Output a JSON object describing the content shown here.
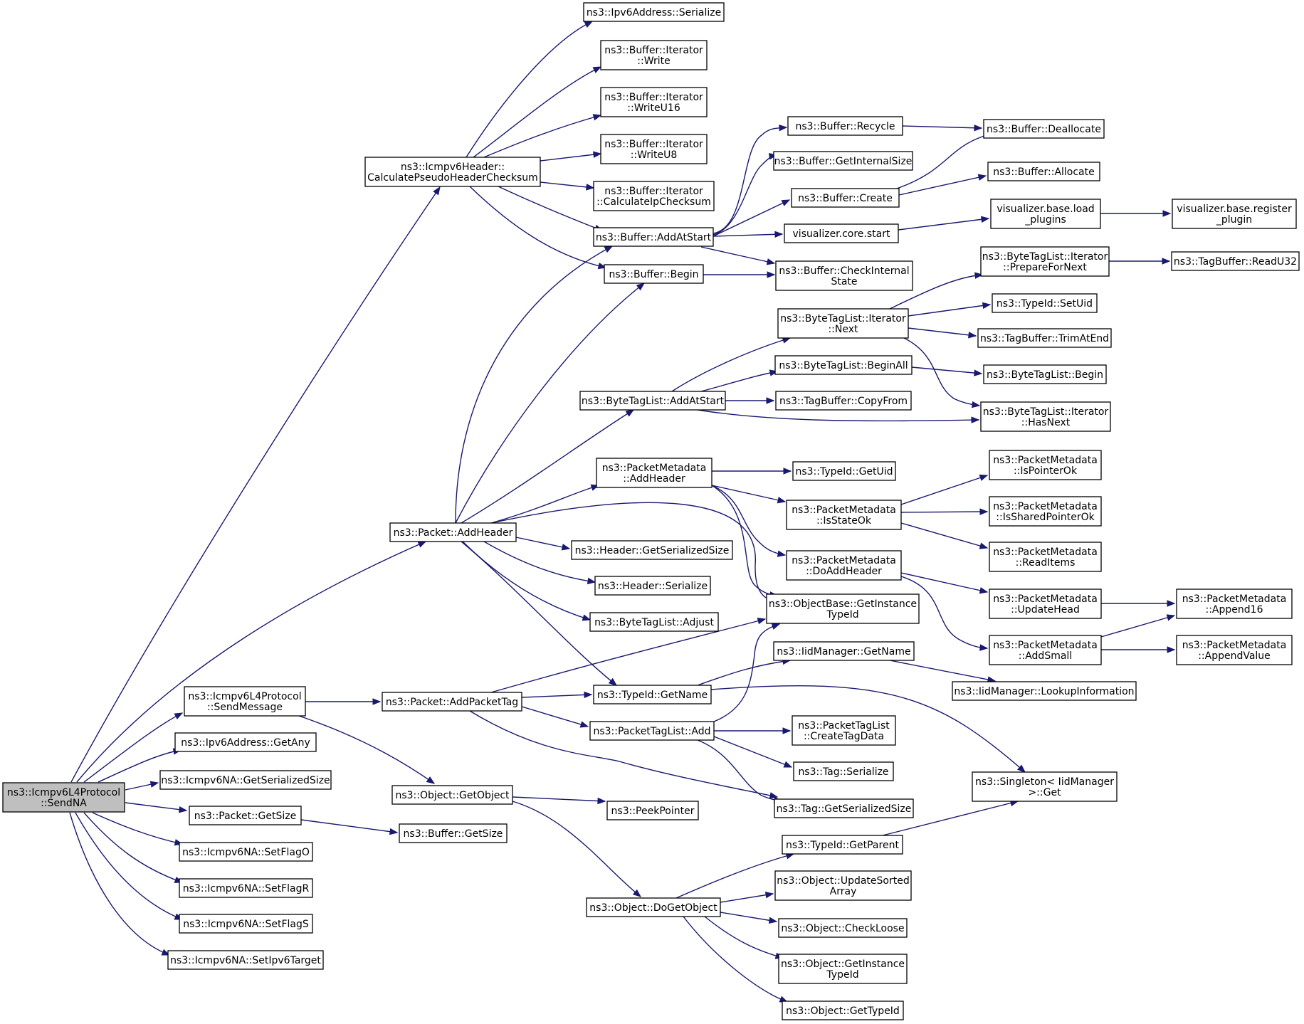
{
  "colors": {
    "edge": "#191970",
    "border": "#000000",
    "red_border": "#ff0000",
    "root_fill": "#bfbfbf",
    "fill": "#ffffff"
  },
  "nodes": [
    {
      "id": "root",
      "lines": [
        "ns3::Icmpv6L4Protocol",
        "::SendNA"
      ],
      "root": true
    },
    {
      "id": "calcpseudo",
      "lines": [
        "ns3::Icmpv6Header::",
        "CalculatePseudoHeaderChecksum"
      ]
    },
    {
      "id": "ipv6serialize",
      "lines": [
        "ns3::Ipv6Address::Serialize"
      ]
    },
    {
      "id": "bi_write",
      "lines": [
        "ns3::Buffer::Iterator",
        "::Write"
      ]
    },
    {
      "id": "bi_writeu16",
      "lines": [
        "ns3::Buffer::Iterator",
        "::WriteU16"
      ]
    },
    {
      "id": "bi_writeu8",
      "lines": [
        "ns3::Buffer::Iterator",
        "::WriteU8"
      ]
    },
    {
      "id": "bi_calcip",
      "lines": [
        "ns3::Buffer::Iterator",
        "::CalculateIpChecksum"
      ]
    },
    {
      "id": "buf_addatstart",
      "lines": [
        "ns3::Buffer::AddAtStart"
      ]
    },
    {
      "id": "buf_begin",
      "lines": [
        "ns3::Buffer::Begin"
      ]
    },
    {
      "id": "buf_recycle",
      "lines": [
        "ns3::Buffer::Recycle"
      ]
    },
    {
      "id": "buf_getinternalsize",
      "lines": [
        "ns3::Buffer::GetInternalSize"
      ]
    },
    {
      "id": "buf_create",
      "lines": [
        "ns3::Buffer::Create"
      ]
    },
    {
      "id": "viz_core_start",
      "lines": [
        "visualizer.core.start"
      ]
    },
    {
      "id": "buf_checkinternal",
      "lines": [
        "ns3::Buffer::CheckInternal",
        "State"
      ]
    },
    {
      "id": "buf_deallocate",
      "lines": [
        "ns3::Buffer::Deallocate"
      ]
    },
    {
      "id": "buf_allocate",
      "lines": [
        "ns3::Buffer::Allocate"
      ]
    },
    {
      "id": "viz_load_plugins",
      "lines": [
        "visualizer.base.load",
        "_plugins"
      ]
    },
    {
      "id": "viz_register_plugin",
      "lines": [
        "visualizer.base.register",
        "_plugin"
      ]
    },
    {
      "id": "btl_it_prepare",
      "lines": [
        "ns3::ByteTagList::Iterator",
        "::PrepareForNext"
      ]
    },
    {
      "id": "tagbuf_readu32",
      "lines": [
        "ns3::TagBuffer::ReadU32"
      ],
      "red": true
    },
    {
      "id": "btl_it_next",
      "lines": [
        "ns3::ByteTagList::Iterator",
        "::Next"
      ]
    },
    {
      "id": "typeid_setuid",
      "lines": [
        "ns3::TypeId::SetUid"
      ]
    },
    {
      "id": "tagbuf_trimatend",
      "lines": [
        "ns3::TagBuffer::TrimAtEnd"
      ]
    },
    {
      "id": "btl_beginall",
      "lines": [
        "ns3::ByteTagList::BeginAll"
      ]
    },
    {
      "id": "btl_begin",
      "lines": [
        "ns3::ByteTagList::Begin"
      ]
    },
    {
      "id": "btl_addatstart",
      "lines": [
        "ns3::ByteTagList::AddAtStart"
      ]
    },
    {
      "id": "tagbuf_copyfrom",
      "lines": [
        "ns3::TagBuffer::CopyFrom"
      ]
    },
    {
      "id": "btl_it_hasnext",
      "lines": [
        "ns3::ByteTagList::Iterator",
        "::HasNext"
      ]
    },
    {
      "id": "pm_addheader",
      "lines": [
        "ns3::PacketMetadata",
        "::AddHeader"
      ]
    },
    {
      "id": "typeid_getuid",
      "lines": [
        "ns3::TypeId::GetUid"
      ]
    },
    {
      "id": "pm_ispointerok",
      "lines": [
        "ns3::PacketMetadata",
        "::IsPointerOk"
      ]
    },
    {
      "id": "pm_isstateok",
      "lines": [
        "ns3::PacketMetadata",
        "::IsStateOk"
      ]
    },
    {
      "id": "pm_issharedpointerok",
      "lines": [
        "ns3::PacketMetadata",
        "::IsSharedPointerOk"
      ]
    },
    {
      "id": "pm_readitems",
      "lines": [
        "ns3::PacketMetadata",
        "::ReadItems"
      ],
      "red": true
    },
    {
      "id": "packet_addheader",
      "lines": [
        "ns3::Packet::AddHeader"
      ]
    },
    {
      "id": "header_getsersize",
      "lines": [
        "ns3::Header::GetSerializedSize"
      ]
    },
    {
      "id": "pm_doaddheader",
      "lines": [
        "ns3::PacketMetadata",
        "::DoAddHeader"
      ]
    },
    {
      "id": "header_serialize",
      "lines": [
        "ns3::Header::Serialize"
      ]
    },
    {
      "id": "pm_updatehead",
      "lines": [
        "ns3::PacketMetadata",
        "::UpdateHead"
      ]
    },
    {
      "id": "pm_append16",
      "lines": [
        "ns3::PacketMetadata",
        "::Append16"
      ]
    },
    {
      "id": "objbase_getinstancetypeid",
      "lines": [
        "ns3::ObjectBase::GetInstance",
        "TypeId"
      ]
    },
    {
      "id": "btl_adjust",
      "lines": [
        "ns3::ByteTagList::Adjust"
      ]
    },
    {
      "id": "pm_addsmall",
      "lines": [
        "ns3::PacketMetadata",
        "::AddSmall"
      ],
      "red": true
    },
    {
      "id": "pm_appendvalue",
      "lines": [
        "ns3::PacketMetadata",
        "::AppendValue"
      ],
      "red": true
    },
    {
      "id": "iid_getname",
      "lines": [
        "ns3::IidManager::GetName"
      ]
    },
    {
      "id": "icmp_sendmessage",
      "lines": [
        "ns3::Icmpv6L4Protocol",
        "::SendMessage"
      ]
    },
    {
      "id": "packet_addpackettag",
      "lines": [
        "ns3::Packet::AddPacketTag"
      ]
    },
    {
      "id": "typeid_getname",
      "lines": [
        "ns3::TypeId::GetName"
      ]
    },
    {
      "id": "iid_lookupinfo",
      "lines": [
        "ns3::IidManager::LookupInformation"
      ]
    },
    {
      "id": "ipv6_getany",
      "lines": [
        "ns3::Ipv6Address::GetAny"
      ]
    },
    {
      "id": "ptl_add",
      "lines": [
        "ns3::PacketTagList::Add"
      ]
    },
    {
      "id": "ptl_createtagdata",
      "lines": [
        "ns3::PacketTagList",
        "::CreateTagData"
      ]
    },
    {
      "id": "na_getsersize",
      "lines": [
        "ns3::Icmpv6NA::GetSerializedSize"
      ]
    },
    {
      "id": "tag_serialize",
      "lines": [
        "ns3::Tag::Serialize"
      ]
    },
    {
      "id": "singleton_get",
      "lines": [
        "ns3::Singleton< IidManager",
        " >::Get"
      ]
    },
    {
      "id": "obj_getobject",
      "lines": [
        "ns3::Object::GetObject"
      ]
    },
    {
      "id": "peekpointer",
      "lines": [
        "ns3::PeekPointer"
      ]
    },
    {
      "id": "tag_getsersize",
      "lines": [
        "ns3::Tag::GetSerializedSize"
      ]
    },
    {
      "id": "packet_getsize",
      "lines": [
        "ns3::Packet::GetSize"
      ]
    },
    {
      "id": "buf_getsize",
      "lines": [
        "ns3::Buffer::GetSize"
      ]
    },
    {
      "id": "typeid_getparent",
      "lines": [
        "ns3::TypeId::GetParent"
      ],
      "red": true
    },
    {
      "id": "na_setflago",
      "lines": [
        "ns3::Icmpv6NA::SetFlagO"
      ]
    },
    {
      "id": "obj_updatesorted",
      "lines": [
        "ns3::Object::UpdateSorted",
        "Array"
      ]
    },
    {
      "id": "na_setflagr",
      "lines": [
        "ns3::Icmpv6NA::SetFlagR"
      ]
    },
    {
      "id": "obj_dogetobject",
      "lines": [
        "ns3::Object::DoGetObject"
      ]
    },
    {
      "id": "obj_checkloose",
      "lines": [
        "ns3::Object::CheckLoose"
      ],
      "red": true
    },
    {
      "id": "na_setflags",
      "lines": [
        "ns3::Icmpv6NA::SetFlagS"
      ]
    },
    {
      "id": "obj_getinstancetypeid",
      "lines": [
        "ns3::Object::GetInstance",
        "TypeId"
      ]
    },
    {
      "id": "na_setipv6target",
      "lines": [
        "ns3::Icmpv6NA::SetIpv6Target"
      ]
    },
    {
      "id": "obj_gettypeid",
      "lines": [
        "ns3::Object::GetTypeId"
      ],
      "red": true
    }
  ]
}
